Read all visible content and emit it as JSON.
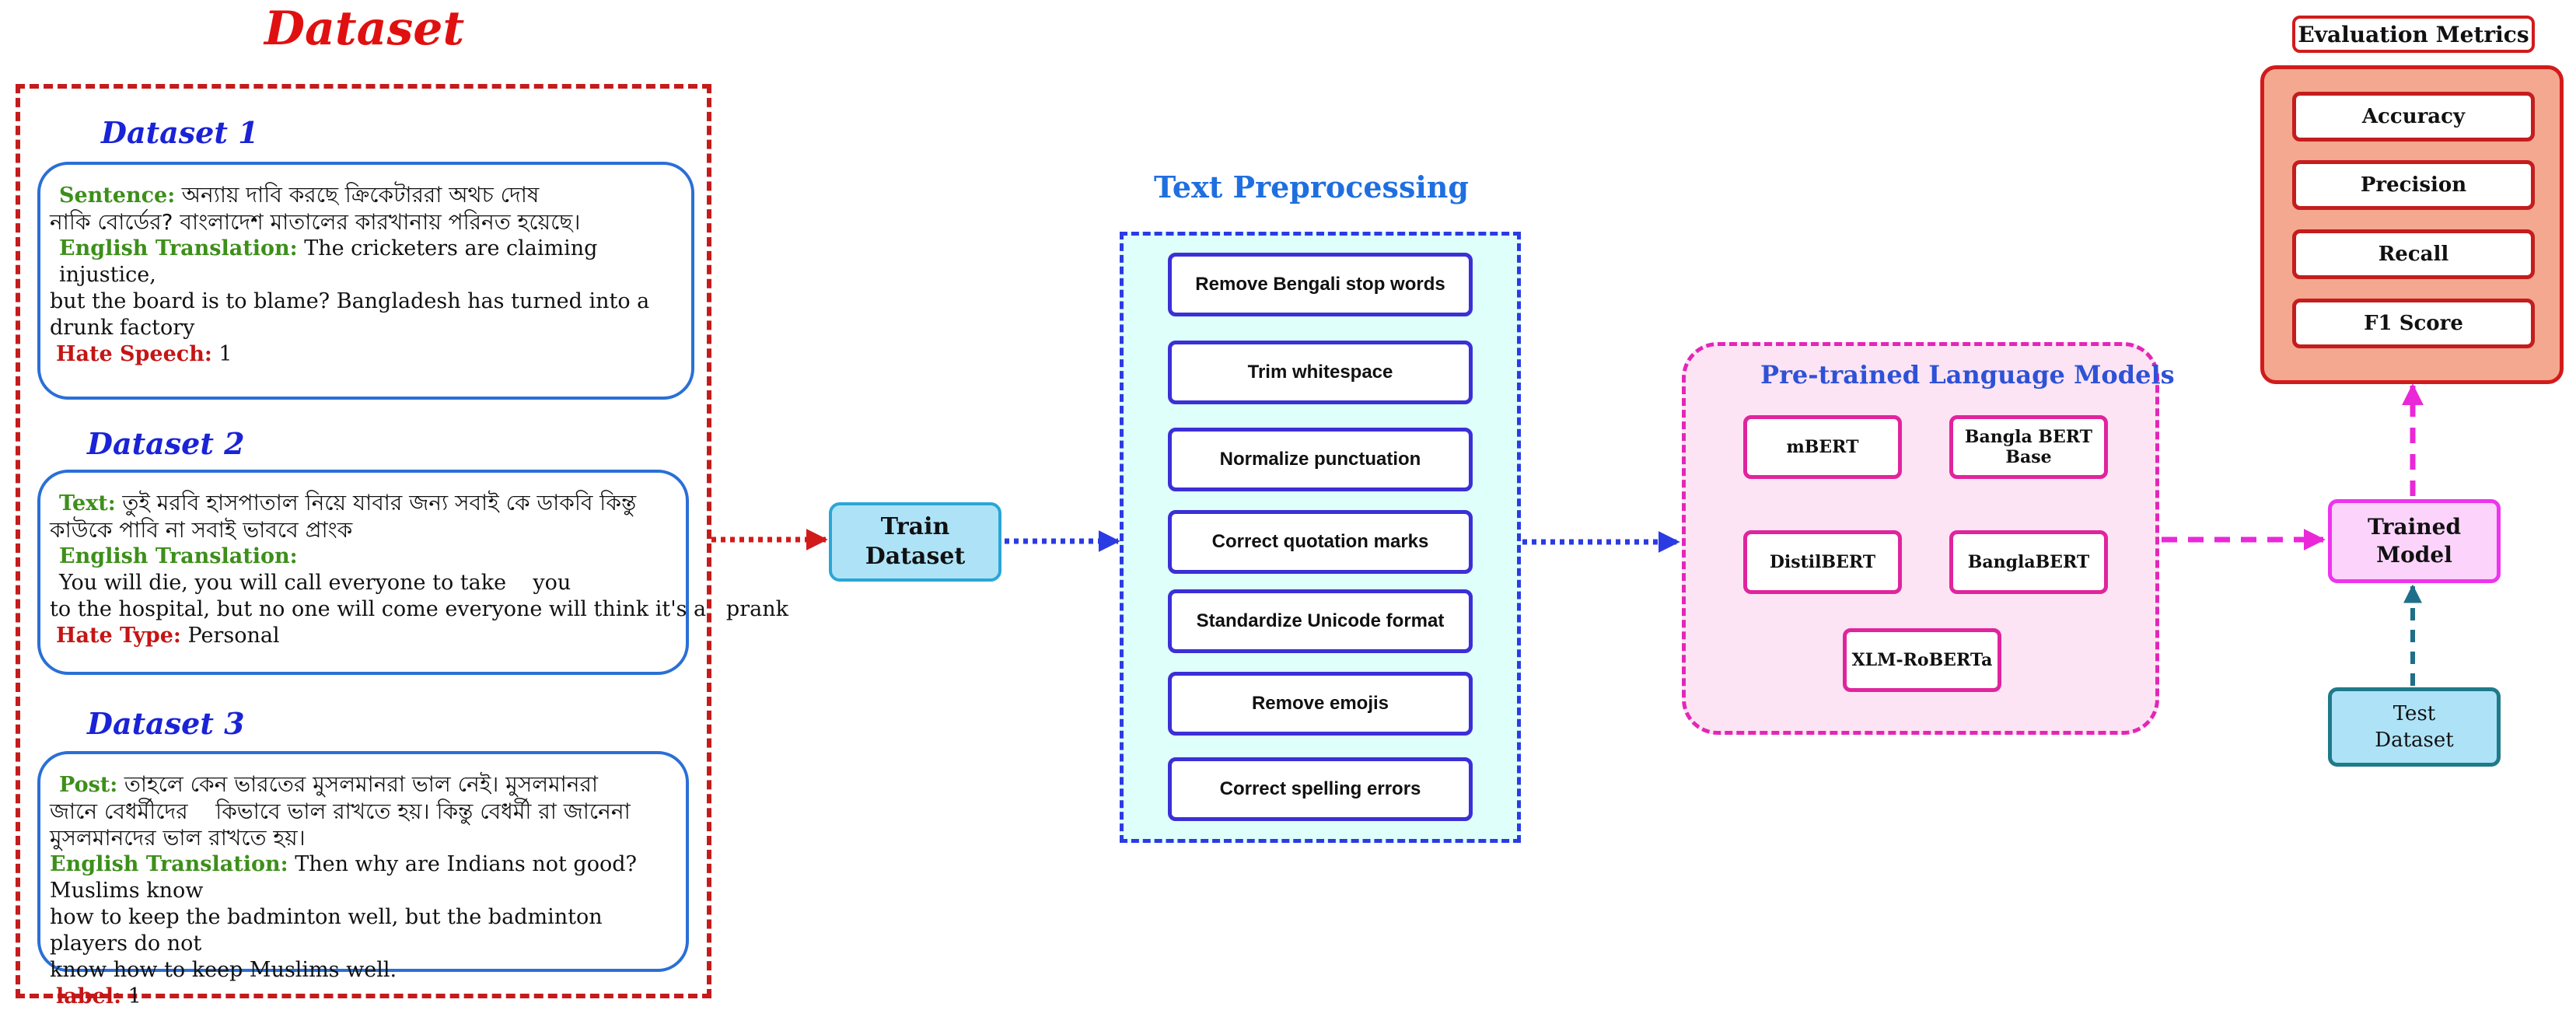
{
  "dataset": {
    "title": "Dataset",
    "d1": {
      "title": "Dataset 1",
      "sentence_label": "Sentence:",
      "sentence_line1": "অন্যায় দাবি করছে ক্রিকেটাররা অথচ দোষ",
      "sentence_line2": "নাকি বোর্ডের? বাংলাদেশ মাতালের কারখানায় পরিনত হয়েছে।",
      "translation_label": "English Translation:",
      "translation_line1": "The cricketers are claiming injustice,",
      "translation_line2": "but the board is to blame? Bangladesh has turned into a",
      "translation_line3": "drunk factory",
      "hs_label": "Hate Speech:",
      "hs_value": "1"
    },
    "d2": {
      "title": "Dataset 2",
      "text_label": "Text:",
      "text_line1": "তুই মরবি হাসপাতাল নিয়ে যাবার জন্য সবাই কে ডাকবি কিন্তু",
      "text_line2": "কাউকে পাবি না সবাই ভাববে প্রাংক",
      "translation_label": "English Translation:",
      "translation_line1": "You will die, you will call everyone to take    you",
      "translation_line2": "to the hospital, but no one will come everyone will think it's a   prank",
      "ht_label": "Hate Type:",
      "ht_value": "Personal"
    },
    "d3": {
      "title": "Dataset 3",
      "post_label": "Post:",
      "post_line1": "তাহলে কেন ভারতের মুসলমানরা ভাল নেই। মুসলমানরা",
      "post_line2": "জানে বেধর্মীদের    কিভাবে ভাল রাখতে হয়। কিন্তু বেধর্মী রা জানেনা",
      "post_line3": "মুসলমানদের ভাল রাখতে হয়।",
      "translation_label": "English Translation:",
      "translation_line1": "Then why are Indians not good? Muslims know",
      "translation_line2": "how to keep the badminton well, but the badminton players do not",
      "translation_line3": "know how to keep Muslims well.",
      "label_label": "label:",
      "label_value": "1"
    }
  },
  "train_dataset": {
    "line1": "Train",
    "line2": "Dataset"
  },
  "text_preprocessing": {
    "title": "Text Preprocessing",
    "steps": [
      "Remove Bengali stop words",
      "Trim whitespace",
      "Normalize punctuation",
      "Correct quotation marks",
      "Standardize Unicode format",
      "Remove emojis",
      "Correct spelling errors"
    ]
  },
  "plm": {
    "title": "Pre-trained Language Models",
    "models": [
      "mBERT",
      "Bangla BERT Base",
      "DistilBERT",
      "BanglaBERT",
      "XLM-RoBERTa"
    ]
  },
  "trained_model": {
    "line1": "Trained",
    "line2": "Model"
  },
  "test_dataset": {
    "line1": "Test",
    "line2": "Dataset"
  },
  "evaluation": {
    "title": "Evaluation Metrics",
    "metrics": [
      "Accuracy",
      "Precision",
      "Recall",
      "F1 Score"
    ]
  },
  "colors": {
    "dataset_frame": "#c51b1b",
    "preprocessing_frame": "#2b3be3",
    "plm_frame": "#e326b8",
    "eval_fill": "#f4a890",
    "arrow_dataset": "#d11b1b",
    "arrow_preprocess": "#2b3be3",
    "arrow_plm": "#ea28d8",
    "arrow_test": "#1f6f8a"
  }
}
